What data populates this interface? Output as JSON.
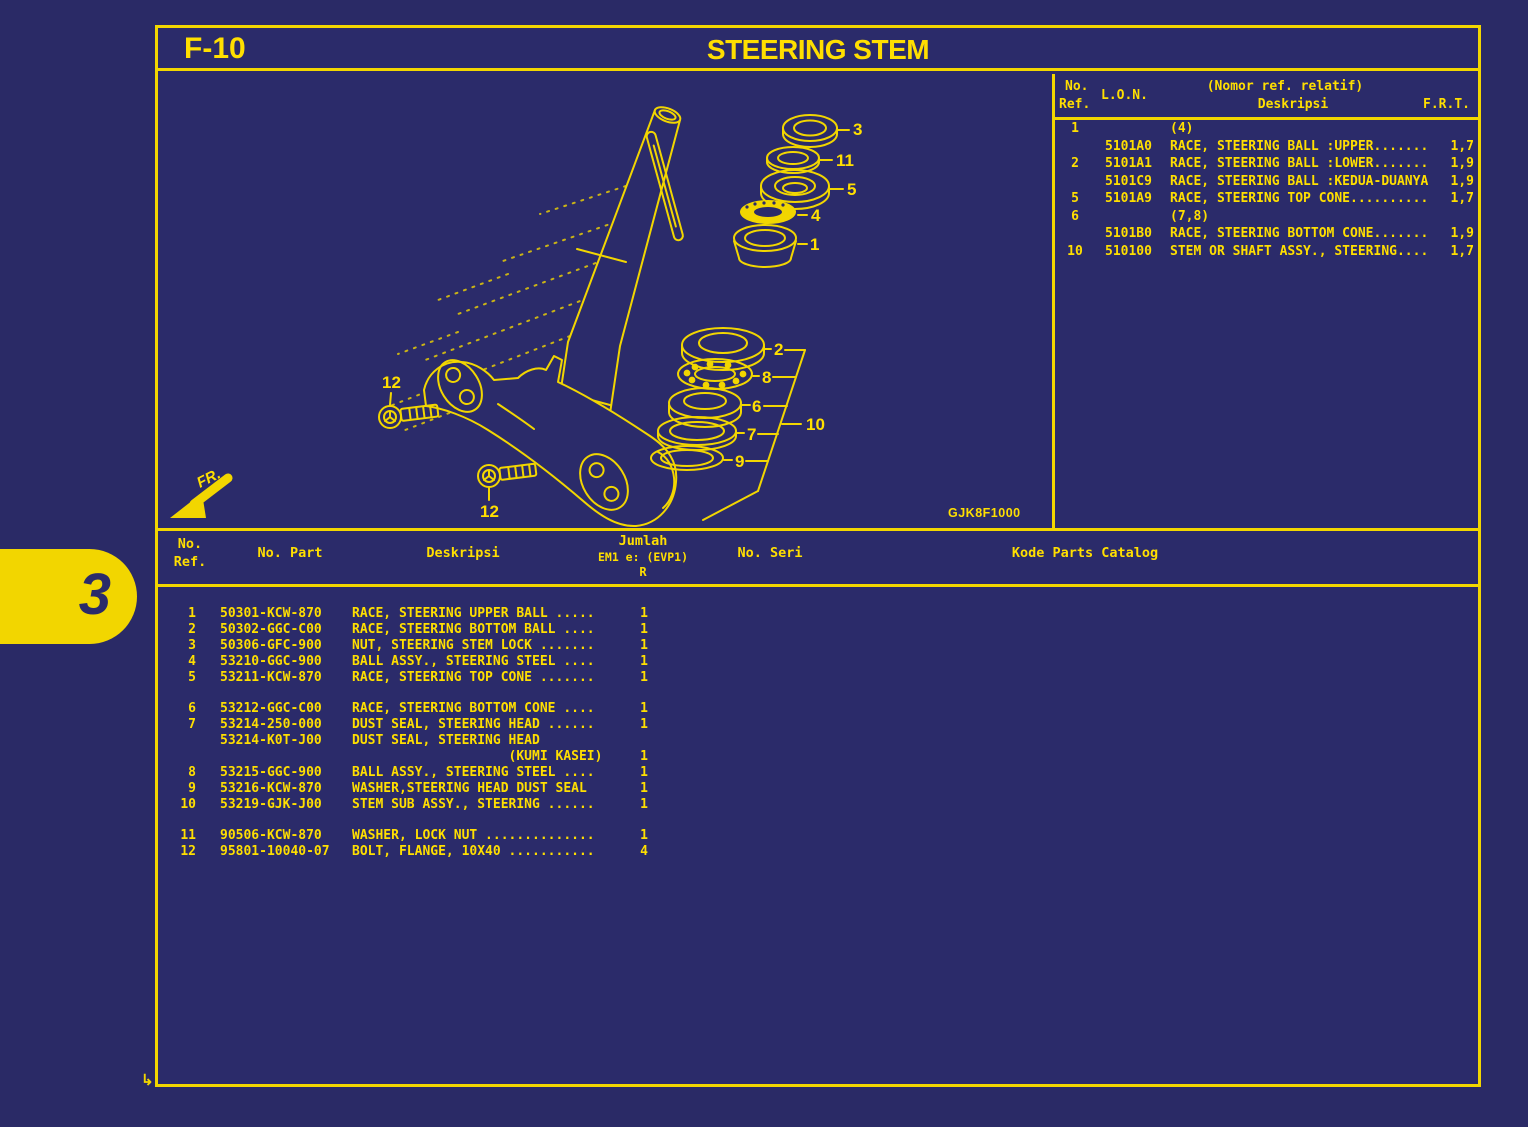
{
  "tab": {
    "number": "3"
  },
  "header": {
    "code": "F-10",
    "title": "STEERING STEM"
  },
  "diagram": {
    "figure_code": "GJK8F1000",
    "fr_label": "FR.",
    "callouts": [
      "3",
      "11",
      "5",
      "4",
      "1",
      "2",
      "8",
      "6",
      "7",
      "9",
      "10",
      "12",
      "12"
    ]
  },
  "ref_table": {
    "headers": {
      "no_ref_line1": "No.",
      "no_ref_line2": "Ref.",
      "lon": "L.O.N.",
      "relative_note": "(Nomor ref. relatif)",
      "deskripsi": "Deskripsi",
      "frt": "F.R.T."
    },
    "rows": [
      {
        "ref": "1",
        "lon": "",
        "desc": "(4)",
        "frt": ""
      },
      {
        "ref": "",
        "lon": "5101A0",
        "desc": "RACE, STEERING BALL :UPPER.......",
        "frt": "1,7"
      },
      {
        "ref": "2",
        "lon": "5101A1",
        "desc": "RACE, STEERING BALL :LOWER.......",
        "frt": "1,9"
      },
      {
        "ref": "",
        "lon": "5101C9",
        "desc": "RACE, STEERING BALL :KEDUA-DUANYA",
        "frt": "1,9"
      },
      {
        "ref": "5",
        "lon": "5101A9",
        "desc": "RACE, STEERING TOP CONE..........",
        "frt": "1,7"
      },
      {
        "ref": "6",
        "lon": "",
        "desc": "(7,8)",
        "frt": ""
      },
      {
        "ref": "",
        "lon": "5101B0",
        "desc": "RACE, STEERING BOTTOM CONE.......",
        "frt": "1,9"
      },
      {
        "ref": "10",
        "lon": "510100",
        "desc": "STEM OR SHAFT ASSY., STEERING....",
        "frt": "1,7"
      }
    ]
  },
  "parts_table": {
    "headers": {
      "no_ref_line1": "No.",
      "no_ref_line2": "Ref.",
      "no_part": "No. Part",
      "deskripsi": "Deskripsi",
      "jumlah_line1": "Jumlah",
      "jumlah_line2": "EM1 e: (EVP1)",
      "jumlah_line3": "R",
      "no_seri": "No. Seri",
      "kode": "Kode Parts Catalog"
    },
    "rows": [
      {
        "ref": "1",
        "part": "50301-KCW-870",
        "desc": "RACE, STEERING UPPER BALL .....",
        "qty": "1"
      },
      {
        "ref": "2",
        "part": "50302-GGC-C00",
        "desc": "RACE, STEERING BOTTOM BALL ....",
        "qty": "1"
      },
      {
        "ref": "3",
        "part": "50306-GFC-900",
        "desc": "NUT, STEERING STEM LOCK .......",
        "qty": "1"
      },
      {
        "ref": "4",
        "part": "53210-GGC-900",
        "desc": "BALL ASSY., STEERING STEEL ....",
        "qty": "1"
      },
      {
        "ref": "5",
        "part": "53211-KCW-870",
        "desc": "RACE, STEERING TOP CONE .......",
        "qty": "1"
      },
      {
        "ref": "",
        "part": "",
        "desc": "",
        "qty": ""
      },
      {
        "ref": "6",
        "part": "53212-GGC-C00",
        "desc": "RACE, STEERING BOTTOM CONE ....",
        "qty": "1"
      },
      {
        "ref": "7",
        "part": "53214-250-000",
        "desc": "DUST SEAL, STEERING HEAD ......",
        "qty": "1"
      },
      {
        "ref": "",
        "part": "53214-K0T-J00",
        "desc": "DUST SEAL, STEERING HEAD",
        "qty": ""
      },
      {
        "ref": "",
        "part": "",
        "desc": "                    (KUMI KASEI)",
        "qty": "1"
      },
      {
        "ref": "8",
        "part": "53215-GGC-900",
        "desc": "BALL ASSY., STEERING STEEL ....",
        "qty": "1"
      },
      {
        "ref": "9",
        "part": "53216-KCW-870",
        "desc": "WASHER,STEERING HEAD DUST SEAL",
        "qty": "1"
      },
      {
        "ref": "10",
        "part": "53219-GJK-J00",
        "desc": "STEM SUB ASSY., STEERING ......",
        "qty": "1"
      },
      {
        "ref": "",
        "part": "",
        "desc": "",
        "qty": ""
      },
      {
        "ref": "11",
        "part": "90506-KCW-870",
        "desc": "WASHER, LOCK NUT ..............",
        "qty": "1"
      },
      {
        "ref": "12",
        "part": "95801-10040-07",
        "desc": "BOLT, FLANGE, 10X40 ...........",
        "qty": "4"
      }
    ]
  }
}
